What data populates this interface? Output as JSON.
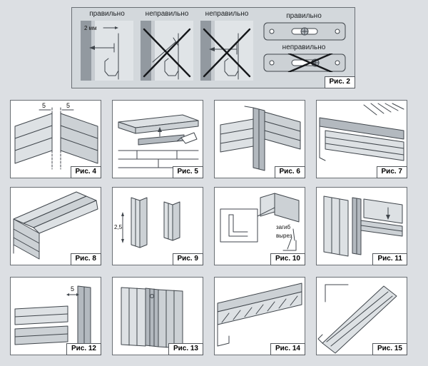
{
  "colors": {
    "page_background": "#dcdfe3",
    "panel_background": "#ffffff",
    "panel_border": "#6a6f74",
    "drawing_stroke": "#40464c",
    "cross_mark": "#16181b"
  },
  "top_panel": {
    "figure_label": "Рис. 2",
    "items": [
      {
        "caption": "правильно",
        "annotation": "2 мм",
        "status": "correct"
      },
      {
        "caption": "неправильно",
        "status": "wrong"
      },
      {
        "caption": "неправильно",
        "status": "wrong"
      },
      {
        "caption": "правильно",
        "status": "correct"
      },
      {
        "caption": "неправильно",
        "status": "wrong"
      }
    ]
  },
  "panels": [
    {
      "figure_label": "Рис. 4",
      "annotations": [
        "5",
        "5"
      ]
    },
    {
      "figure_label": "Рис. 5",
      "annotations": []
    },
    {
      "figure_label": "Рис. 6",
      "annotations": []
    },
    {
      "figure_label": "Рис. 7",
      "annotations": []
    },
    {
      "figure_label": "Рис. 8",
      "annotations": []
    },
    {
      "figure_label": "Рис. 9",
      "annotations": [
        "2,5"
      ]
    },
    {
      "figure_label": "Рис. 10",
      "annotations": [
        "загиб",
        "вырез"
      ]
    },
    {
      "figure_label": "Рис. 11",
      "annotations": []
    },
    {
      "figure_label": "Рис. 12",
      "annotations": [
        "5"
      ]
    },
    {
      "figure_label": "Рис. 13",
      "annotations": []
    },
    {
      "figure_label": "Рис. 14",
      "annotations": []
    },
    {
      "figure_label": "Рис. 15",
      "annotations": []
    }
  ]
}
